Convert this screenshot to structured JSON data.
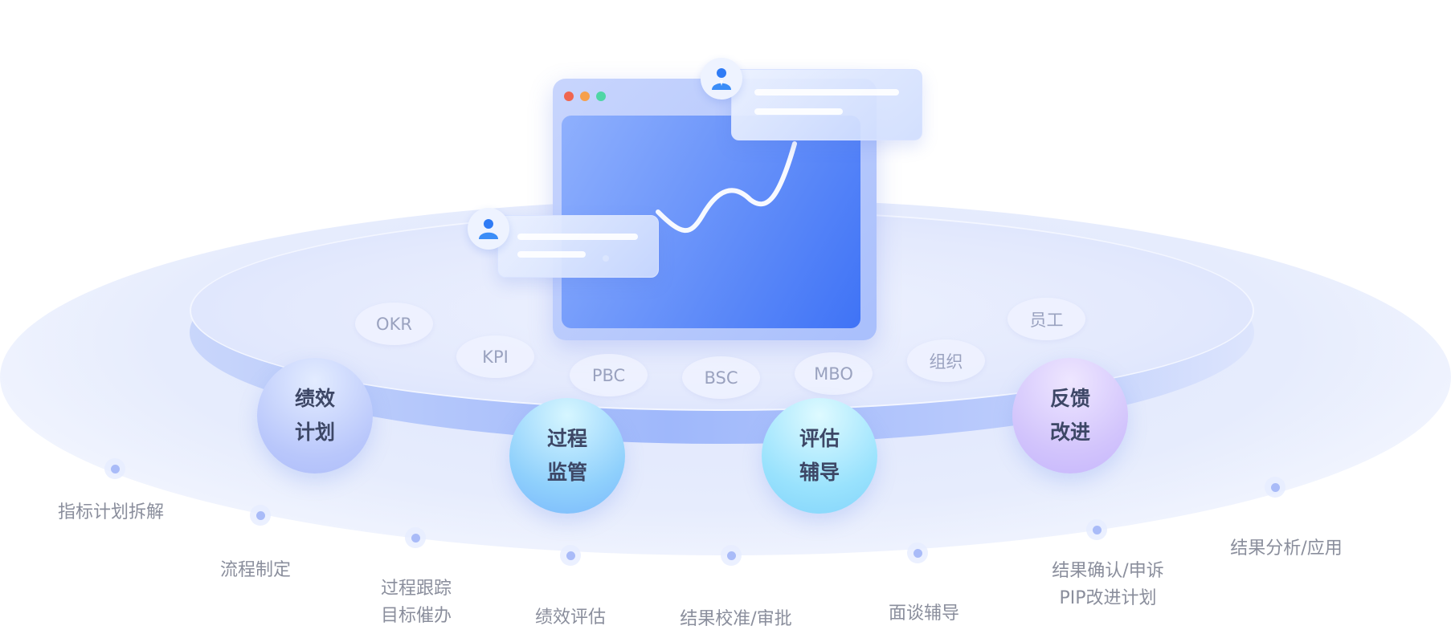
{
  "window_dots": [
    "#f0664f",
    "#f6a04c",
    "#4fd6a5"
  ],
  "methods": [
    "OKR",
    "KPI",
    "PBC",
    "BSC",
    "MBO",
    "组织",
    "员工"
  ],
  "stages": [
    {
      "line1": "绩效",
      "line2": "计划"
    },
    {
      "line1": "过程",
      "line2": "监管"
    },
    {
      "line1": "评估",
      "line2": "辅导"
    },
    {
      "line1": "反馈",
      "line2": "改进"
    }
  ],
  "steps": [
    {
      "line1": "指标计划拆解"
    },
    {
      "line1": "流程制定"
    },
    {
      "line1": "过程跟踪",
      "line2": "目标催办"
    },
    {
      "line1": "绩效评估"
    },
    {
      "line1": "结果校准/审批"
    },
    {
      "line1": "面谈辅导"
    },
    {
      "line1": "结果确认/申诉",
      "line2": "PIP改进计划"
    },
    {
      "line1": "结果分析/应用"
    }
  ]
}
